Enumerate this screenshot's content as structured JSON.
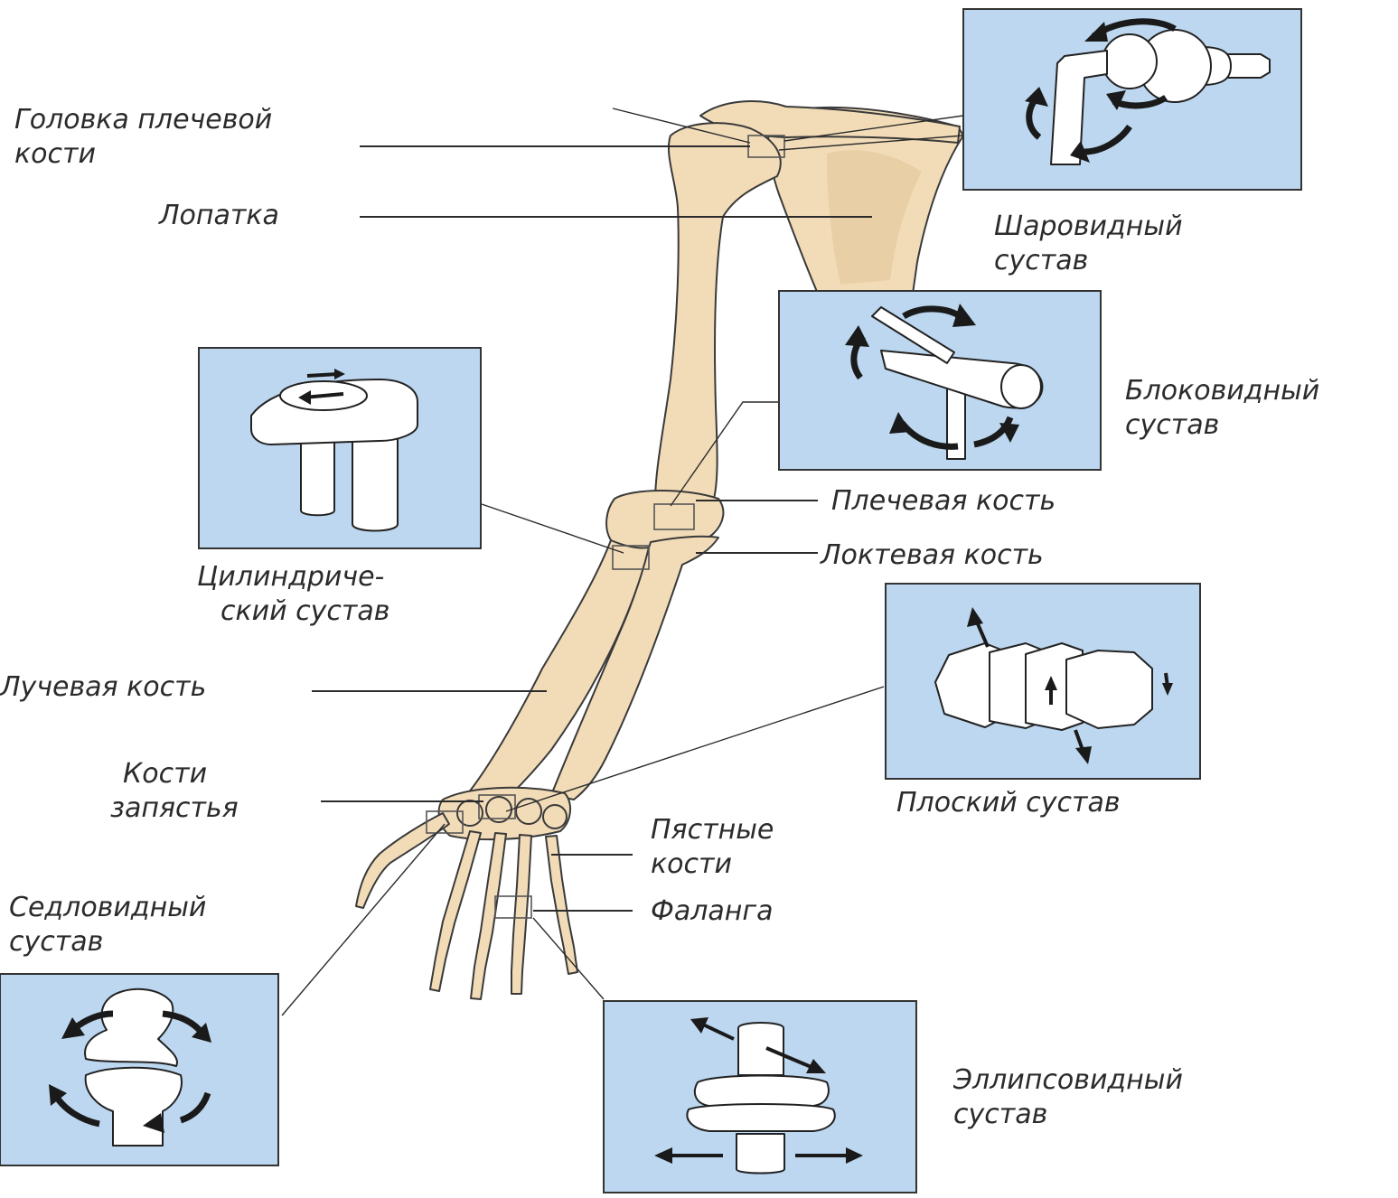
{
  "labels": {
    "humerus_head": [
      "Головка плечевой",
      "кости"
    ],
    "scapula": "Лопатка",
    "ball_joint": [
      "Шаровидный",
      "сустав"
    ],
    "hinge_joint": [
      "Блоковидный",
      "сустав"
    ],
    "humerus": "Плечевая кость",
    "ulna": "Локтевая кость",
    "pivot_joint": [
      "Цилиндриче-",
      "ский сустав"
    ],
    "radius": "Лучевая кость",
    "plane_joint": "Плоский сустав",
    "carpals": [
      "Кости",
      "запястья"
    ],
    "metacarpals": [
      "Пястные",
      "кости"
    ],
    "phalanx": "Фаланга",
    "saddle_joint": [
      "Седловидный",
      "сустав"
    ],
    "ellipsoid_joint": [
      "Эллипсовидный",
      "сустав"
    ]
  },
  "colors": {
    "panel_fill": "#bcd7ef",
    "bone_fill": "#f2dcb8",
    "line": "#2b2b2b"
  }
}
